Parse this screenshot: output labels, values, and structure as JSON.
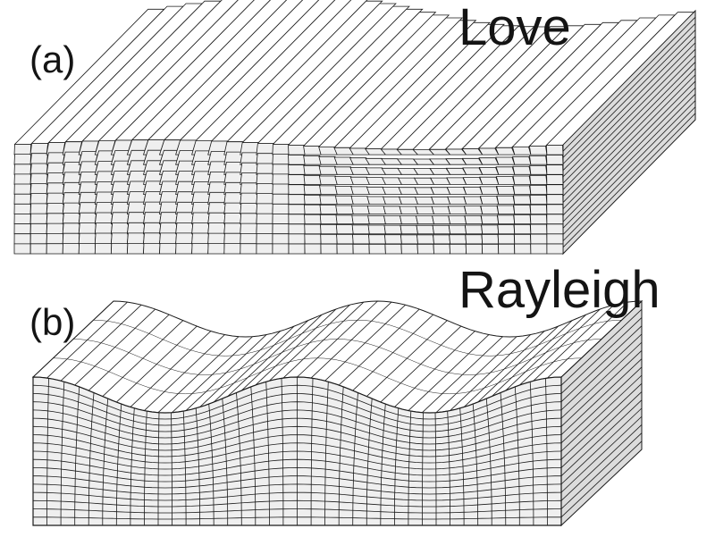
{
  "figure": {
    "panels": [
      {
        "label": "(a)",
        "wave": "Love"
      },
      {
        "label": "(b)",
        "wave": "Rayleigh"
      }
    ]
  },
  "style": {
    "face_color": "#efefef",
    "top_color": "#ffffff",
    "line_color": "#1a1a1a",
    "side_color": "#dcdcdc"
  }
}
